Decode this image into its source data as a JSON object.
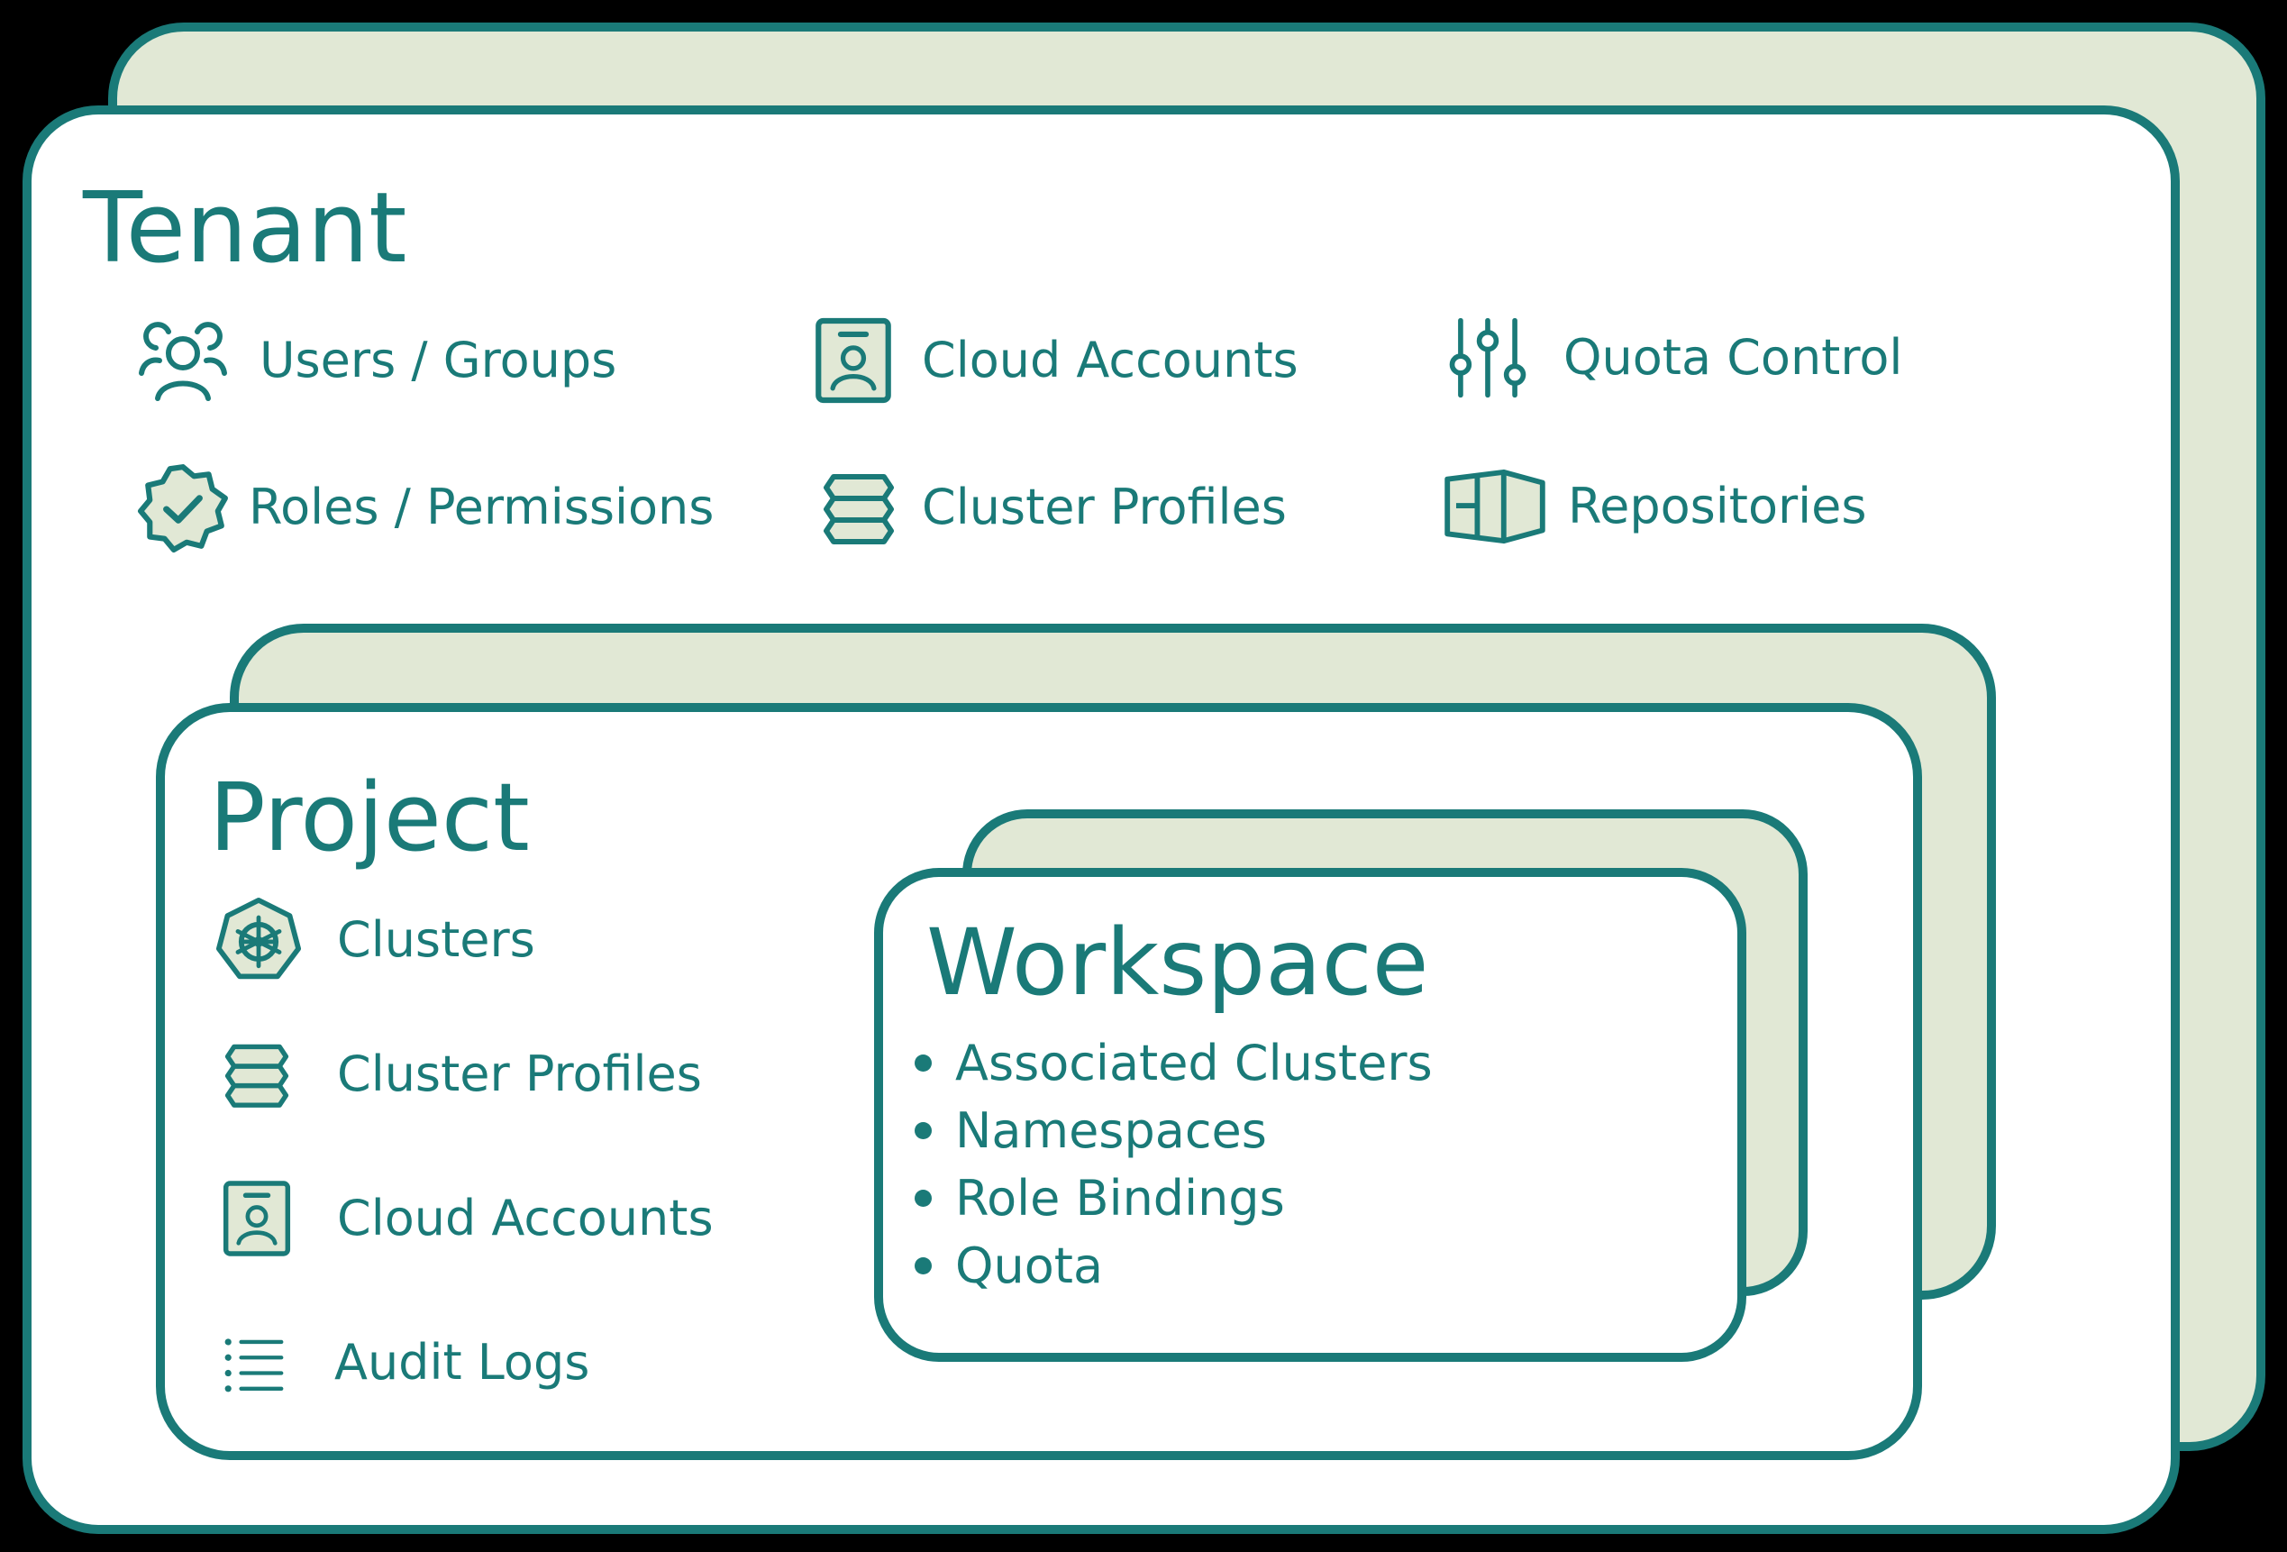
{
  "colors": {
    "background": "#000000",
    "stroke": "#1a7a78",
    "back_fill": "#e1e8d5",
    "front_fill": "#ffffff"
  },
  "tenant": {
    "title": "Tenant",
    "items": [
      {
        "label": "Users / Groups",
        "icon": "users-groups-icon"
      },
      {
        "label": "Cloud Accounts",
        "icon": "id-badge-icon"
      },
      {
        "label": "Quota Control",
        "icon": "sliders-icon"
      },
      {
        "label": "Roles / Permissions",
        "icon": "verified-badge-icon"
      },
      {
        "label": "Cluster Profiles",
        "icon": "layers-icon"
      },
      {
        "label": "Repositories",
        "icon": "repository-box-icon"
      }
    ]
  },
  "project": {
    "title": "Project",
    "items": [
      {
        "label": "Clusters",
        "icon": "kubernetes-helm-icon"
      },
      {
        "label": "Cluster Profiles",
        "icon": "layers-icon"
      },
      {
        "label": "Cloud Accounts",
        "icon": "id-badge-icon"
      },
      {
        "label": "Audit Logs",
        "icon": "list-icon"
      }
    ]
  },
  "workspace": {
    "title": "Workspace",
    "items": [
      "Associated Clusters",
      "Namespaces",
      "Role Bindings",
      "Quota"
    ]
  }
}
